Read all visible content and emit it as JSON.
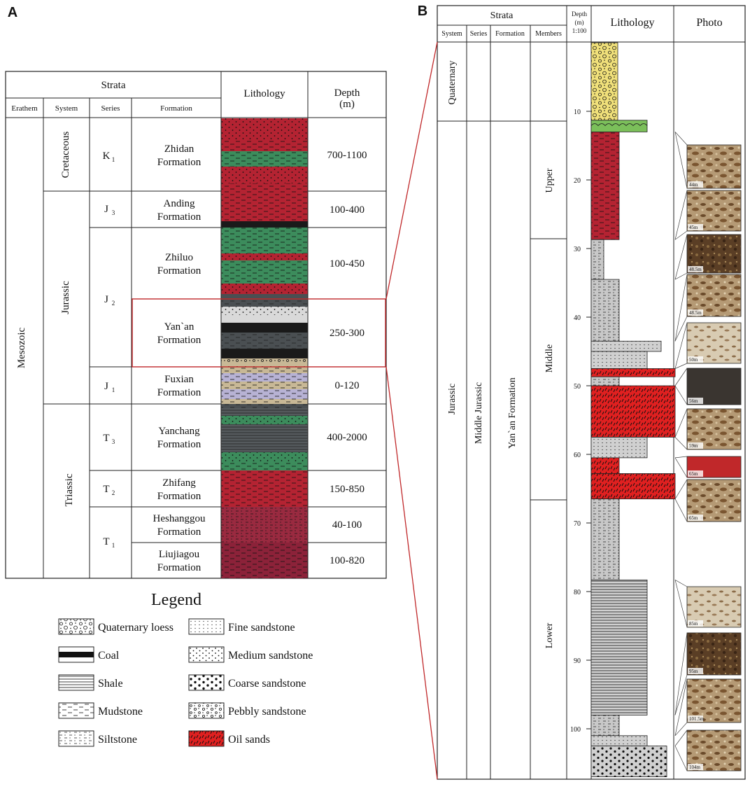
{
  "colors": {
    "red": "#b42332",
    "green": "#3c8c5c",
    "darkgray": "#4a4f52",
    "lightgray": "#d9d9d9",
    "tan": "#c8b896",
    "lavender": "#b7b2d4",
    "maroon": "#8c2239",
    "yellow": "#f0e07a",
    "oilred": "#e02020",
    "coal": "#1a1a1a",
    "frame_red": "#c0282a"
  },
  "panel_a": {
    "letter": "A",
    "header": {
      "strata": "Strata",
      "lithology": "Lithology",
      "depth": "Depth\n(m)"
    },
    "subheader": {
      "erathem": "Erathem",
      "system": "System",
      "series": "Series",
      "formation": "Formation"
    },
    "erathem": "Mesozoic",
    "systems": [
      "Cretaceous",
      "Jurassic",
      "Triassic"
    ],
    "rows": [
      {
        "series": "K",
        "sub": "1",
        "formation": [
          "Zhidan",
          "Formation"
        ],
        "depth": "700-1100"
      },
      {
        "series": "J",
        "sub": "3",
        "formation": [
          "Anding",
          "Formation"
        ],
        "depth": "100-400"
      },
      {
        "series": "J",
        "sub": "2",
        "formation": [
          "Zhiluo",
          "Formation"
        ],
        "depth": "100-450"
      },
      {
        "series": "",
        "sub": "",
        "formation": [
          "Yan`an",
          "Formation"
        ],
        "depth": "250-300"
      },
      {
        "series": "J",
        "sub": "1",
        "formation": [
          "Fuxian",
          "Formation"
        ],
        "depth": "0-120"
      },
      {
        "series": "T",
        "sub": "3",
        "formation": [
          "Yanchang",
          "Formation"
        ],
        "depth": "400-2000"
      },
      {
        "series": "T",
        "sub": "2",
        "formation": [
          "Zhifang",
          "Formation"
        ],
        "depth": "150-850"
      },
      {
        "series": "T",
        "sub": "1",
        "formation": [
          "Heshanggou",
          "Formation"
        ],
        "depth": "40-100"
      },
      {
        "series": "",
        "sub": "",
        "formation": [
          "Liujiagou",
          "Formation"
        ],
        "depth": "100-820"
      }
    ]
  },
  "legend": {
    "title": "Legend",
    "items": [
      {
        "label": "Quaternary loess",
        "pattern": "loess"
      },
      {
        "label": "Fine sandstone",
        "pattern": "fine"
      },
      {
        "label": "Coal",
        "pattern": "coal"
      },
      {
        "label": "Medium sandstone",
        "pattern": "medium"
      },
      {
        "label": "Shale",
        "pattern": "shale"
      },
      {
        "label": "Coarse sandstone",
        "pattern": "coarse"
      },
      {
        "label": "Mudstone",
        "pattern": "mudstone"
      },
      {
        "label": "Pebbly sandstone",
        "pattern": "pebbly"
      },
      {
        "label": "Siltstone",
        "pattern": "siltstone"
      },
      {
        "label": "Oil sands",
        "pattern": "oilsand"
      }
    ]
  },
  "panel_b": {
    "letter": "B",
    "header": {
      "strata": "Strata",
      "depth": "Depth\n(m)\n1:100",
      "lithology": "Lithology",
      "photo": "Photo"
    },
    "subheader": {
      "system": "System",
      "series": "Series",
      "formation": "Formation",
      "members": "Members"
    },
    "quaternary": "Quaternary",
    "system": "Jurassic",
    "series": "Middle Jurassic",
    "formation": "Yan`an Formation",
    "members": [
      "Upper",
      "Middle",
      "Lower"
    ],
    "depth_ticks": [
      10,
      20,
      30,
      40,
      50,
      60,
      70,
      80,
      90,
      100
    ],
    "photo_labels": [
      "44m",
      "45m",
      "48.5m",
      "48.5m",
      "50m",
      "56m",
      "59m",
      "65m",
      "65m",
      "85m",
      "95m",
      "101.5m",
      "104m"
    ]
  }
}
